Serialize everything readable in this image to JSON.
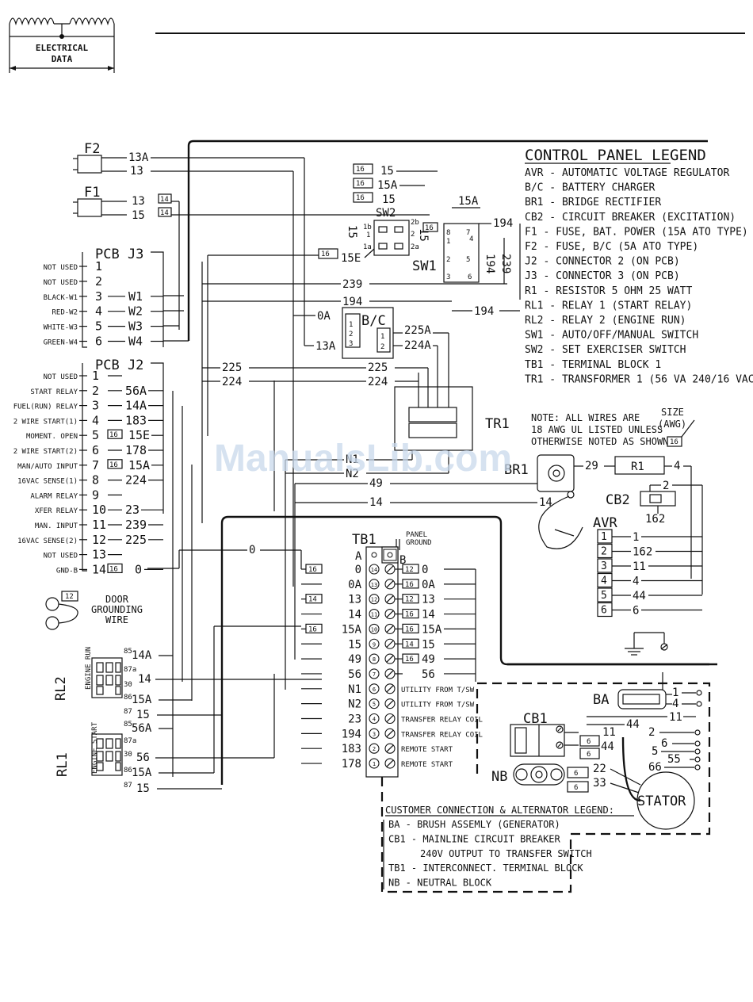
{
  "header": {
    "badge_line1": "ELECTRICAL",
    "badge_line2": "DATA"
  },
  "watermark": "ManualsLib.com",
  "control_panel_legend": {
    "title": "CONTROL PANEL LEGEND",
    "items": [
      "AVR - AUTOMATIC VOLTAGE REGULATOR",
      "B/C - BATTERY CHARGER",
      "BR1 - BRIDGE RECTIFIER",
      "CB2 - CIRCUIT BREAKER (EXCITATION)",
      "F1 - FUSE, BAT. POWER (15A ATO TYPE)",
      "F2 - FUSE, B/C (5A ATO TYPE)",
      "J2 - CONNECTOR 2 (ON PCB)",
      "J3 - CONNECTOR 3 (ON PCB)",
      "R1 - RESISTOR 5 OHM 25 WATT",
      "RL1 - RELAY 1 (START RELAY)",
      "RL2 - RELAY 2 (ENGINE RUN)",
      "SW1 - AUTO/OFF/MANUAL SWITCH",
      "SW2 - SET EXERCISER SWITCH",
      "TB1 - TERMINAL BLOCK 1",
      "TR1 - TRANSFORMER 1 (56 VA 240/16 VAC)"
    ]
  },
  "note": {
    "line1": "NOTE: ALL WIRES ARE",
    "line2": "18 AWG UL LISTED UNLESS",
    "line3": "OTHERWISE NOTED AS SHOWN:",
    "size_label": "SIZE",
    "awg_label": "(AWG)",
    "size_example": "16"
  },
  "customer_legend": {
    "title": "CUSTOMER CONNECTION & ALTERNATOR LEGEND:",
    "items": [
      "BA - BRUSH ASSEMLY (GENERATOR)",
      "CB1 - MAINLINE CIRCUIT BREAKER",
      "240V OUTPUT TO TRANSFER SWITCH",
      "TB1 - INTERCONNECT. TERMINAL BLOCK",
      "NB - NEUTRAL BLOCK"
    ]
  },
  "components": {
    "f2": "F2",
    "f1": "F1",
    "sw2": "SW2",
    "sw1": "SW1",
    "bc": "B/C",
    "tr1": "TR1",
    "br1": "BR1",
    "r1": "R1",
    "cb2": "CB2",
    "avr": "AVR",
    "tb1": "TB1",
    "tb1_a": "A",
    "tb1_b": "B",
    "panel_ground": "PANEL GROUND",
    "cb1": "CB1",
    "ba": "BA",
    "nb": "NB",
    "stator": "STATOR",
    "rl2": "RL2",
    "rl2_sub": "ENGINE RUN",
    "rl1": "RL1",
    "rl1_sub": "ENGINE START",
    "door": "DOOR GROUNDING WIRE",
    "door_size": "12",
    "pcb_j3": "PCB J3",
    "pcb_j2": "PCB J2"
  },
  "j3_pins": [
    {
      "label": "NOT USED",
      "pin": "1",
      "wire": ""
    },
    {
      "label": "NOT USED",
      "pin": "2",
      "wire": ""
    },
    {
      "label": "BLACK-W1",
      "pin": "3",
      "wire": "W1"
    },
    {
      "label": "RED-W2",
      "pin": "4",
      "wire": "W2"
    },
    {
      "label": "WHITE-W3",
      "pin": "5",
      "wire": "W3"
    },
    {
      "label": "GREEN-W4",
      "pin": "6",
      "wire": "W4"
    }
  ],
  "j2_pins": [
    {
      "label": "NOT USED",
      "pin": "1",
      "wire": "",
      "size": ""
    },
    {
      "label": "START RELAY",
      "pin": "2",
      "wire": "56A",
      "size": ""
    },
    {
      "label": "FUEL(RUN) RELAY",
      "pin": "3",
      "wire": "14A",
      "size": ""
    },
    {
      "label": "2 WIRE START(1)",
      "pin": "4",
      "wire": "183",
      "size": ""
    },
    {
      "label": "MOMENT. OPEN",
      "pin": "5",
      "wire": "15E",
      "size": "16"
    },
    {
      "label": "2 WIRE START(2)",
      "pin": "6",
      "wire": "178",
      "size": ""
    },
    {
      "label": "MAN/AUTO INPUT",
      "pin": "7",
      "wire": "15A",
      "size": "16"
    },
    {
      "label": "16VAC SENSE(1)",
      "pin": "8",
      "wire": "224",
      "size": ""
    },
    {
      "label": "ALARM RELAY",
      "pin": "9",
      "wire": "",
      "size": ""
    },
    {
      "label": "XFER RELAY",
      "pin": "10",
      "wire": "23",
      "size": ""
    },
    {
      "label": "MAN. INPUT",
      "pin": "11",
      "wire": "239",
      "size": ""
    },
    {
      "label": "16VAC SENSE(2)",
      "pin": "12",
      "wire": "225",
      "size": ""
    },
    {
      "label": "NOT USED",
      "pin": "13",
      "wire": "",
      "size": ""
    },
    {
      "label": "GND-B",
      "pin": "14",
      "wire": "0",
      "size": "16"
    }
  ],
  "tb1_rows": [
    {
      "num": "14",
      "left": "0",
      "right": "0",
      "lsize": "16",
      "rsize": "12",
      "desc": ""
    },
    {
      "num": "13",
      "left": "0A",
      "right": "0A",
      "lsize": "",
      "rsize": "16",
      "desc": ""
    },
    {
      "num": "12",
      "left": "13",
      "right": "13",
      "lsize": "14",
      "rsize": "12",
      "desc": ""
    },
    {
      "num": "11",
      "left": "14",
      "right": "14",
      "lsize": "",
      "rsize": "16",
      "desc": ""
    },
    {
      "num": "10",
      "left": "15A",
      "right": "15A",
      "lsize": "16",
      "rsize": "16",
      "desc": ""
    },
    {
      "num": "9",
      "left": "15",
      "right": "15",
      "lsize": "",
      "rsize": "14",
      "desc": ""
    },
    {
      "num": "8",
      "left": "49",
      "right": "49",
      "lsize": "",
      "rsize": "16",
      "desc": ""
    },
    {
      "num": "7",
      "left": "56",
      "right": "56",
      "lsize": "",
      "rsize": "",
      "desc": ""
    },
    {
      "num": "6",
      "left": "N1",
      "right": "",
      "lsize": "",
      "rsize": "",
      "desc": "UTILITY FROM T/SW"
    },
    {
      "num": "5",
      "left": "N2",
      "right": "",
      "lsize": "",
      "rsize": "",
      "desc": "UTILITY FROM T/SW"
    },
    {
      "num": "4",
      "left": "23",
      "right": "",
      "lsize": "",
      "rsize": "",
      "desc": "TRANSFER RELAY COIL"
    },
    {
      "num": "3",
      "left": "194",
      "right": "",
      "lsize": "",
      "rsize": "",
      "desc": "TRANSFER RELAY COIL"
    },
    {
      "num": "2",
      "left": "183",
      "right": "",
      "lsize": "",
      "rsize": "",
      "desc": "REMOTE START"
    },
    {
      "num": "1",
      "left": "178",
      "right": "",
      "lsize": "",
      "rsize": "",
      "desc": "REMOTE START"
    }
  ],
  "avr_rows": [
    {
      "pin": "1",
      "wire": "1"
    },
    {
      "pin": "2",
      "wire": "162"
    },
    {
      "pin": "3",
      "wire": "11"
    },
    {
      "pin": "4",
      "wire": "4"
    },
    {
      "pin": "5",
      "wire": "44"
    },
    {
      "pin": "6",
      "wire": "6"
    }
  ],
  "labels": {
    "f2_13a": "13A",
    "f2_13": "13",
    "f1_13": "13",
    "f1_15": "15",
    "f1_size_a": "14",
    "f1_size_b": "14",
    "sw2_15": "15",
    "sw2_15a": "15A",
    "sw2_15b": "15",
    "sw2_15e": "15E",
    "sw2_s1": "16",
    "sw2_s2": "16",
    "sw2_s3": "16",
    "sw2_s4": "16",
    "sw2_left15": "15",
    "sw2_1b": "1b",
    "sw2_1": "1",
    "sw2_1a": "1a",
    "sw2_2b": "2b",
    "sw2_2": "2",
    "sw2_2a": "2a",
    "sw2_mid15": "15",
    "sw1_15a": "15A",
    "sw1_194": "194",
    "sw1_194b": "194",
    "sw1_239": "239",
    "sw1_p8": "8",
    "sw1_p1": "1",
    "sw1_p2": "2",
    "sw1_p3": "3",
    "sw1_p7": "7",
    "sw1_p4": "4",
    "sw1_p5": "5",
    "sw1_p6": "6",
    "sw1_size": "16",
    "w239": "239",
    "w194": "194",
    "w194b": "194",
    "bc_0a": "0A",
    "bc_13a": "13A",
    "bc_225a": "225A",
    "bc_224a": "224A",
    "bc_p1": "1",
    "bc_p2": "2",
    "bc_p3": "3",
    "bc_q1": "1",
    "bc_q2": "2",
    "tr_225": "225",
    "tr_224": "224",
    "j_225": "225",
    "j_224": "224",
    "n1": "N1",
    "n2": "N2",
    "w49": "49",
    "w14": "14",
    "w14b": "14",
    "w29": "29",
    "w4": "4",
    "cb2_2": "2",
    "cb2_162": "162",
    "gnd0": "0",
    "rl2_85": "85",
    "rl2_14a": "14A",
    "rl2_14": "14",
    "rl2_86": "86",
    "rl2_15a": "15A",
    "rl2_87": "87",
    "rl2_15": "15",
    "rl2_87a": "87a",
    "rl2_30": "30",
    "rl1_85": "85",
    "rl1_56a": "56A",
    "rl1_30": "30",
    "rl1_56": "56",
    "rl1_86": "86",
    "rl1_15a": "15A",
    "rl1_87": "87",
    "rl1_15": "15",
    "rl1_87a": "87a",
    "ba_1": "1",
    "ba_4": "4",
    "w11": "11",
    "w44": "44",
    "cb1_11": "11",
    "cb1_44": "44",
    "cb1_6a": "6",
    "cb1_6b": "6",
    "st_2": "2",
    "st_6": "6",
    "st_5": "5",
    "st_55": "55",
    "st_66": "66",
    "nb_22": "22",
    "nb_33": "33",
    "nb_6a": "6",
    "nb_6b": "6"
  }
}
